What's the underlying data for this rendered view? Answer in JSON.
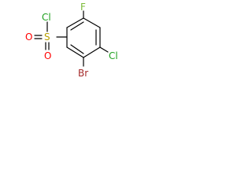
{
  "molecule": {
    "atoms": {
      "sulfonyl_chloride_cl": {
        "label": "Cl",
        "color": "#1fa01f"
      },
      "sulfur": {
        "label": "S",
        "color": "#b8a000"
      },
      "oxygen_top": {
        "label": "O",
        "color": "#ff0000"
      },
      "oxygen_bottom": {
        "label": "O",
        "color": "#ff0000"
      },
      "fluorine": {
        "label": "F",
        "color": "#7dbb3a"
      },
      "ring_chloride_cl": {
        "label": "Cl",
        "color": "#1fa01f"
      },
      "bromine": {
        "label": "Br",
        "color": "#a52a2a"
      }
    },
    "bond_color": "#000000"
  }
}
